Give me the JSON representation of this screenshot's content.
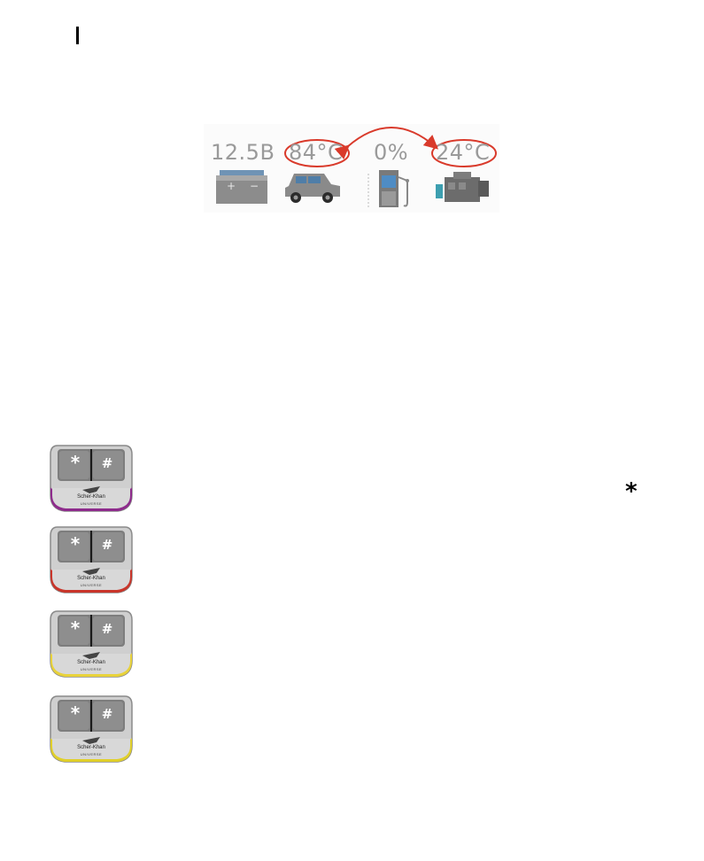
{
  "status_strip": {
    "readings": [
      {
        "id": "battery",
        "value": "12.5B",
        "icon": "battery-icon",
        "highlighted": false
      },
      {
        "id": "car-temperature",
        "value": "84°C",
        "icon": "car-icon",
        "highlighted": true
      },
      {
        "id": "fuel",
        "value": "0%",
        "icon": "fuel-pump-icon",
        "highlighted": false
      },
      {
        "id": "engine-temperature",
        "value": "24°C",
        "icon": "engine-icon",
        "highlighted": true
      }
    ],
    "highlight_color": "#d93a2b",
    "arrow": "double-headed arc linking the two highlighted temperature readings"
  },
  "fobs": [
    {
      "star_key": "*",
      "hash_key": "#",
      "brand": "Scher-Khan",
      "model": "UNIVERSE",
      "accent_color": "#8e2b8c"
    },
    {
      "star_key": "*",
      "hash_key": "#",
      "brand": "Scher-Khan",
      "model": "UNIVERSE",
      "accent_color": "#c9352a"
    },
    {
      "star_key": "*",
      "hash_key": "#",
      "brand": "Scher-Khan",
      "model": "UNIVERSE",
      "accent_color": "#e8d23a"
    },
    {
      "star_key": "*",
      "hash_key": "#",
      "brand": "Scher-Khan",
      "model": "UNIVERSE",
      "accent_color": "#e0cf2a"
    }
  ],
  "footnote_mark": "*"
}
